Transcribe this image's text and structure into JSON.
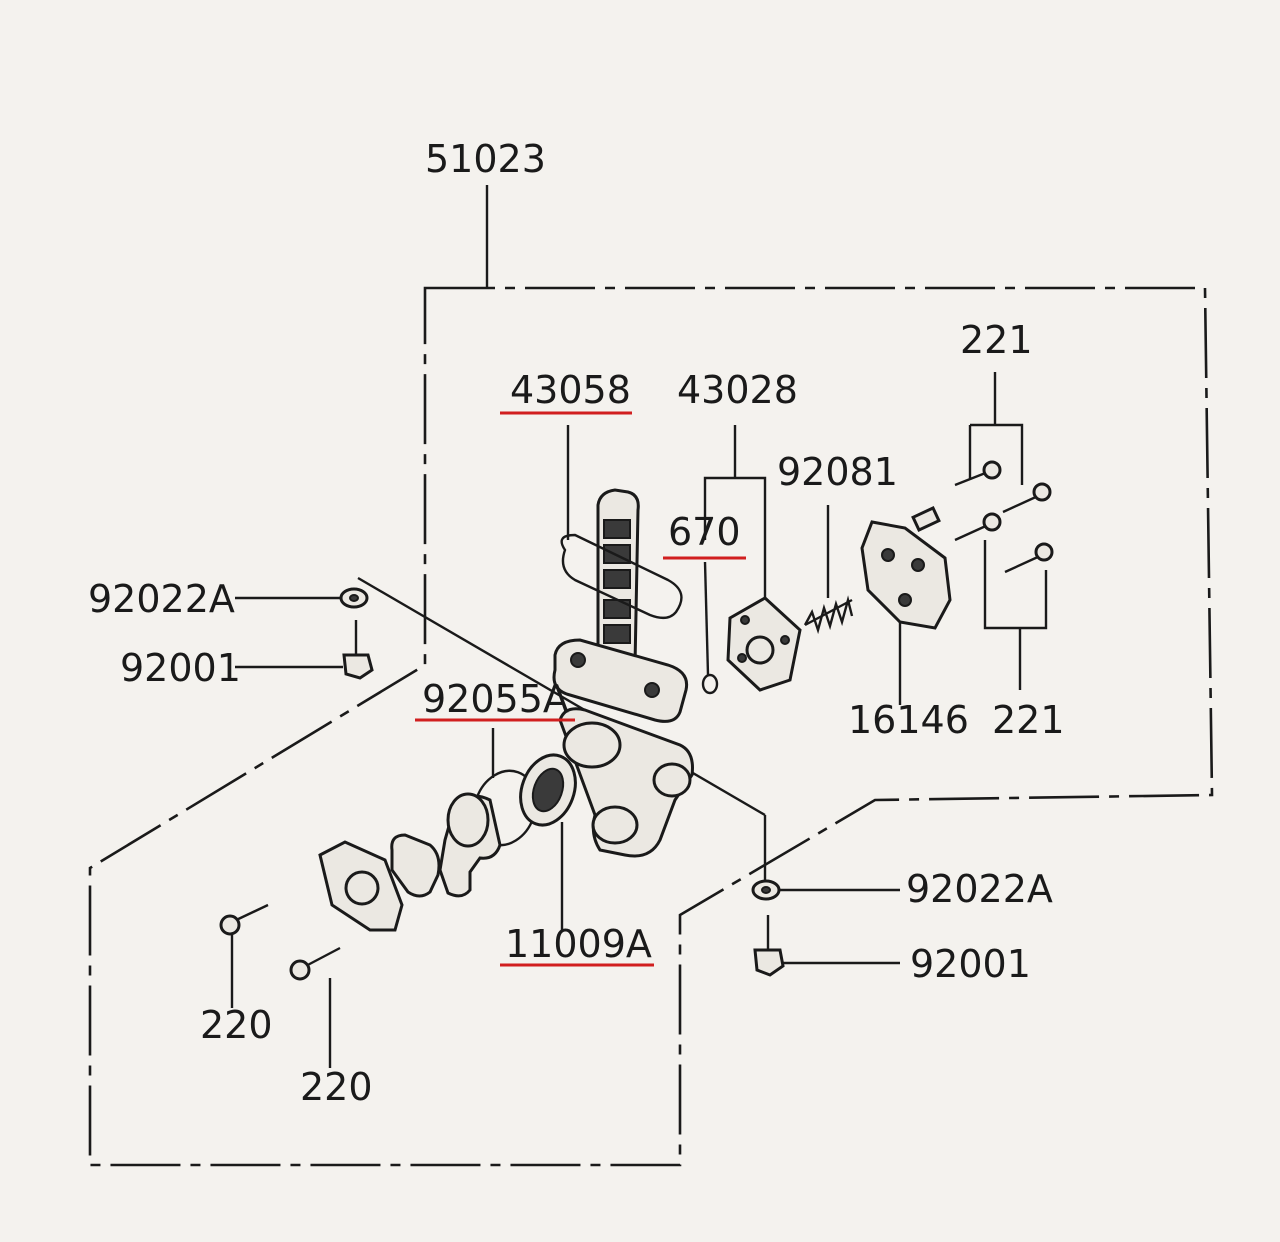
{
  "labels": {
    "assembly": "51023",
    "gasket_top": "43058",
    "diaphragm_kit": "43028",
    "o_ring_670": "670",
    "spring": "92081",
    "screws_top": "221",
    "screws_bottom": "221",
    "cover": "16146",
    "washer_left": "92022A",
    "bolt_left": "92001",
    "o_ring_92055": "92055A",
    "filter": "11009A",
    "washer_right": "92022A",
    "bolt_right": "92001",
    "screw_a": "220",
    "screw_b": "220"
  },
  "colors": {
    "ink": "#1a1a1a",
    "underline": "#d11f1f",
    "paper": "#f4f2ee"
  }
}
